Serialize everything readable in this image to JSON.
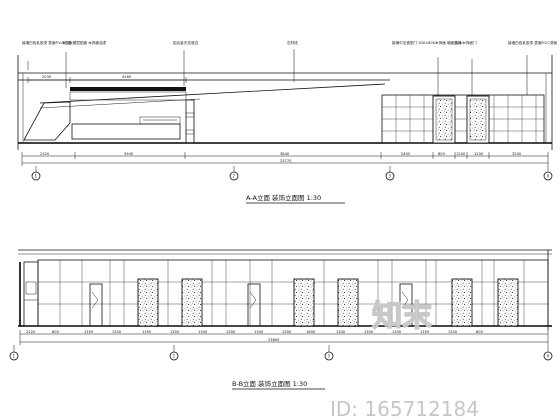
{
  "elevation_a": {
    "title": "A-A立面 装饰立面图 1:30",
    "leaders": [
      "接墙白色乳胶漆 表面P.V.C漆面",
      "木工板基层贴面 木饰面油漆",
      "铝合金天花收边",
      "石材线",
      "接墙中空造型门 300×600木饰面 墙面贴砖",
      "实木木饰面门",
      "接墙白色乳胶漆 表面P.V.C漆面"
    ],
    "dims_top": [
      "2030",
      "4260"
    ],
    "dims_bottom": [
      "2320",
      "3945",
      "3840",
      "2400",
      "800",
      "1200",
      "1200",
      "3200"
    ],
    "dim_total": "23770",
    "axes": [
      "1",
      "2",
      "3",
      "4"
    ]
  },
  "elevation_b": {
    "title": "B-B立面 装饰立面图 1:30",
    "dims_bottom": [
      "2220",
      "800",
      "1350",
      "1350",
      "1350",
      "1350",
      "1300",
      "1300",
      "1300",
      "1300",
      "1800",
      "1300",
      "1300",
      "1350",
      "1350",
      "1350",
      "800"
    ],
    "dim_total": "23800",
    "axes": [
      "1",
      "2",
      "3",
      "4"
    ]
  },
  "watermark": {
    "logo_text": "知末",
    "id_text": "ID: 165712184"
  }
}
